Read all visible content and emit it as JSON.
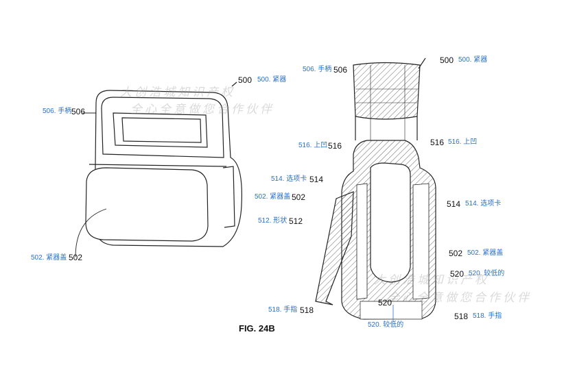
{
  "figure": {
    "caption": "FIG. 24B"
  },
  "watermark": {
    "line1": "大创浩城知识产权",
    "line2": "全心全意做您合作伙伴"
  },
  "left_view": {
    "labels": [
      {
        "num": "500",
        "text": "500. 紧器"
      },
      {
        "num": "506",
        "text": "506. 手柄"
      },
      {
        "num": "502",
        "text": "502. 紧器盖"
      }
    ]
  },
  "right_view": {
    "labels": [
      {
        "num": "506",
        "text": "506. 手柄"
      },
      {
        "num": "500",
        "text": "500. 紧器"
      },
      {
        "num": "516",
        "text": "516. 上凹"
      },
      {
        "num": "516",
        "text": "516. 上凹"
      },
      {
        "num": "514",
        "text": "514. 选项卡"
      },
      {
        "num": "514",
        "text": "514. 选项卡"
      },
      {
        "num": "502",
        "text": "502. 紧器盖"
      },
      {
        "num": "512",
        "text": "512. 形状"
      },
      {
        "num": "502",
        "text": "502. 紧器盖"
      },
      {
        "num": "520",
        "text": "520. 较低的"
      },
      {
        "num": "518",
        "text": "518. 手指"
      },
      {
        "num": "520",
        "text": "520. 较低的"
      },
      {
        "num": "518",
        "text": "518. 手指"
      }
    ]
  }
}
